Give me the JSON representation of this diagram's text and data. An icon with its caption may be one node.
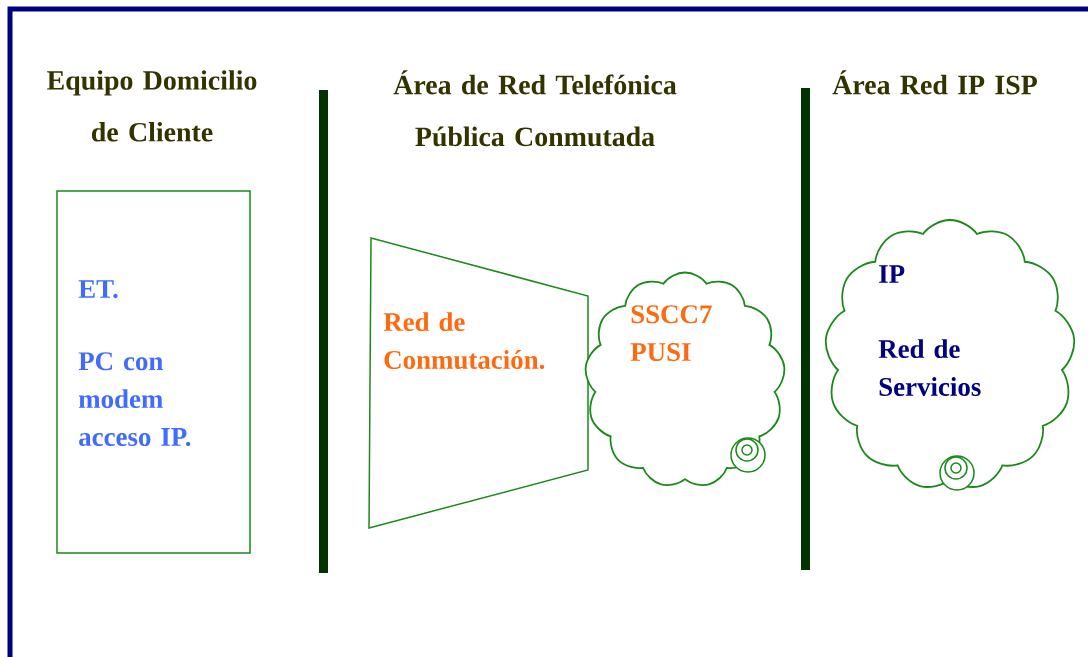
{
  "diagram": {
    "nodes": [
      {
        "text": [
          "ET.",
          "PC con modem acceso IP."
        ]
      },
      {
        "text": [
          "Red de Conmutación."
        ]
      },
      {
        "text": [
          "SSCC7 PUSI"
        ]
      },
      {
        "text": [
          "IP",
          "Red de Servicios"
        ]
      }
    ],
    "labels": [
      "Equipo Domicilio de Cliente",
      "Área de Red Telefónica Pública Conmutada",
      "Área Red IP ISP"
    ]
  }
}
